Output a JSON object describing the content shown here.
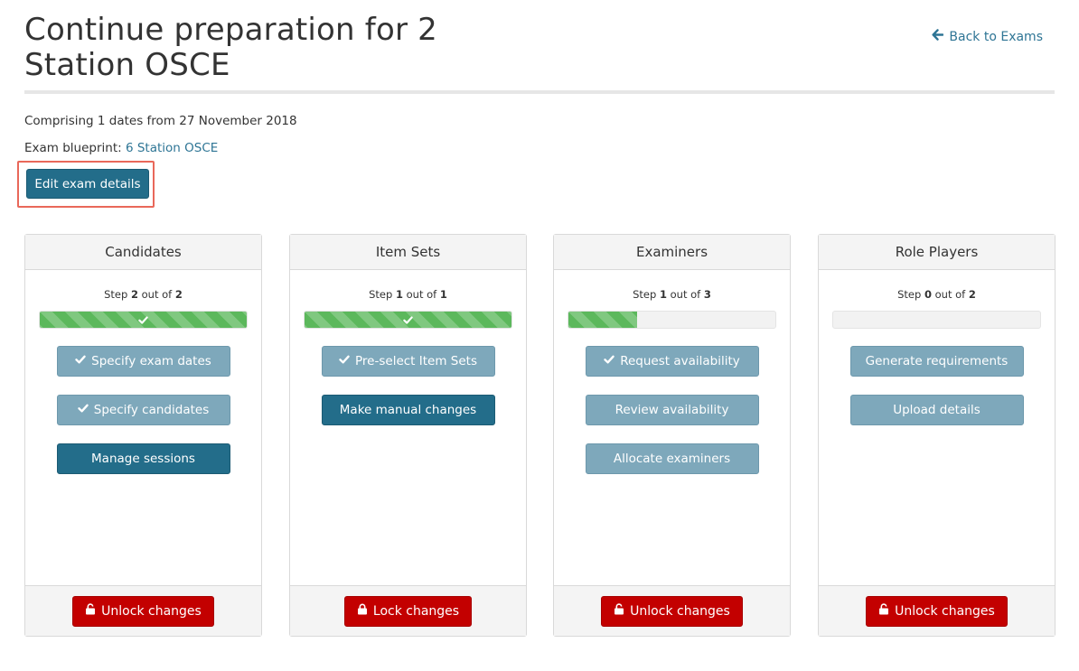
{
  "header": {
    "title": "Continue preparation for 2 Station OSCE",
    "back_label": "Back to Exams"
  },
  "info": {
    "dates": "Comprising 1 dates from 27 November 2018",
    "blueprint_prefix": "Exam blueprint:",
    "blueprint_link": "6 Station OSCE"
  },
  "edit_button": "Edit exam details",
  "colors": {
    "primary": "#236d8a",
    "muted_button": "#7ea8bb",
    "danger": "#c30000",
    "progress": "#5cb85c",
    "link": "#2e7595"
  },
  "cards": [
    {
      "title": "Candidates",
      "step_prefix": "Step",
      "step_current": "2",
      "step_mid": "out of",
      "step_total": "2",
      "progress": 1.0,
      "actions": [
        {
          "label": "Specify exam dates",
          "done": true
        },
        {
          "label": "Specify candidates",
          "done": true
        },
        {
          "label": "Manage sessions",
          "done": false,
          "primary": true
        }
      ],
      "lock_label": "Unlock changes",
      "lock_icon": "unlock-icon"
    },
    {
      "title": "Item Sets",
      "step_prefix": "Step",
      "step_current": "1",
      "step_mid": "out of",
      "step_total": "1",
      "progress": 1.0,
      "actions": [
        {
          "label": "Pre-select Item Sets",
          "done": true
        },
        {
          "label": "Make manual changes",
          "done": false,
          "primary": true
        }
      ],
      "lock_label": "Lock changes",
      "lock_icon": "lock-icon"
    },
    {
      "title": "Examiners",
      "step_prefix": "Step",
      "step_current": "1",
      "step_mid": "out of",
      "step_total": "3",
      "progress": 0.333,
      "actions": [
        {
          "label": "Request availability",
          "done": true
        },
        {
          "label": "Review availability",
          "done": false
        },
        {
          "label": "Allocate examiners",
          "done": false
        }
      ],
      "lock_label": "Unlock changes",
      "lock_icon": "unlock-icon"
    },
    {
      "title": "Role Players",
      "step_prefix": "Step",
      "step_current": "0",
      "step_mid": "out of",
      "step_total": "2",
      "progress": 0.0,
      "actions": [
        {
          "label": "Generate requirements",
          "done": false
        },
        {
          "label": "Upload details",
          "done": false
        }
      ],
      "lock_label": "Unlock changes",
      "lock_icon": "unlock-icon"
    }
  ]
}
